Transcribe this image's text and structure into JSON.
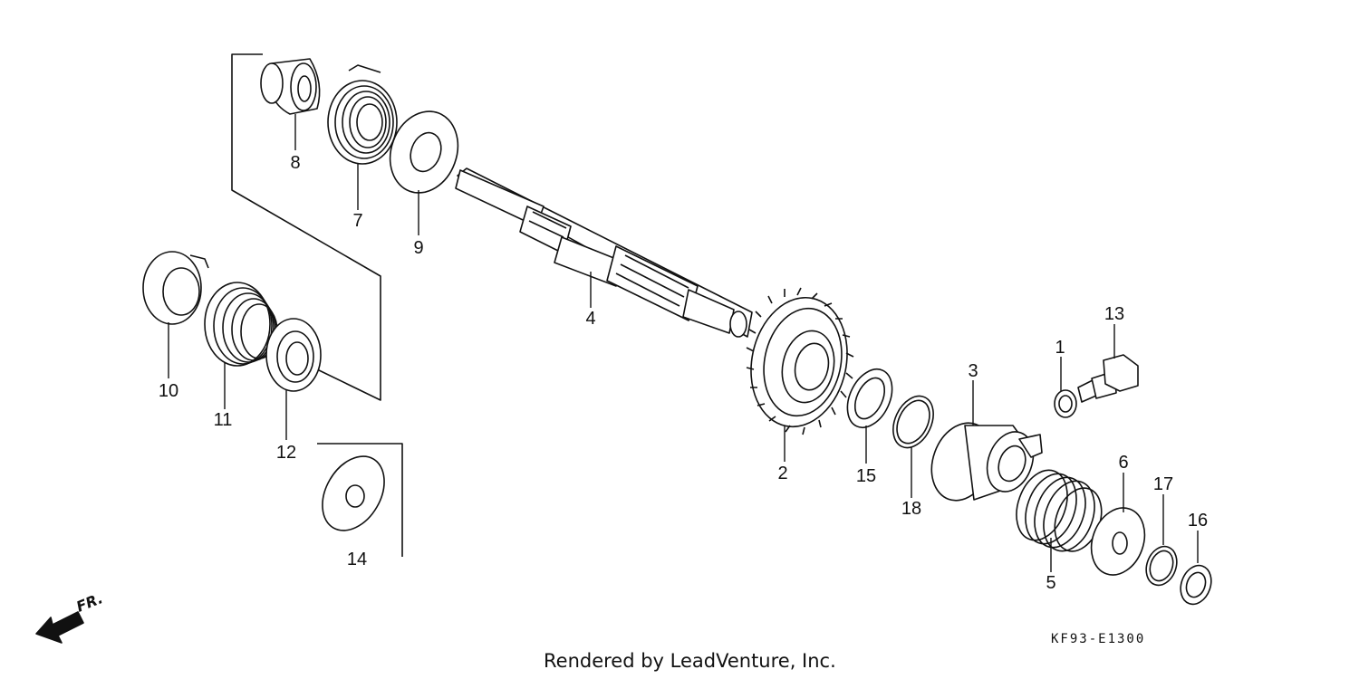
{
  "callouts": [
    {
      "id": "1",
      "text": "1"
    },
    {
      "id": "2",
      "text": "2"
    },
    {
      "id": "3",
      "text": "3"
    },
    {
      "id": "4",
      "text": "4"
    },
    {
      "id": "5",
      "text": "5"
    },
    {
      "id": "6",
      "text": "6"
    },
    {
      "id": "7",
      "text": "7"
    },
    {
      "id": "8",
      "text": "8"
    },
    {
      "id": "9",
      "text": "9"
    },
    {
      "id": "10",
      "text": "10"
    },
    {
      "id": "11",
      "text": "11"
    },
    {
      "id": "12",
      "text": "12"
    },
    {
      "id": "13",
      "text": "13"
    },
    {
      "id": "14",
      "text": "14"
    },
    {
      "id": "15",
      "text": "15"
    },
    {
      "id": "16",
      "text": "16"
    },
    {
      "id": "17",
      "text": "17"
    },
    {
      "id": "18",
      "text": "18"
    }
  ],
  "diagram_code": "KF93-E1300",
  "direction_label": "FR.",
  "credit": "Rendered by LeadVenture, Inc."
}
